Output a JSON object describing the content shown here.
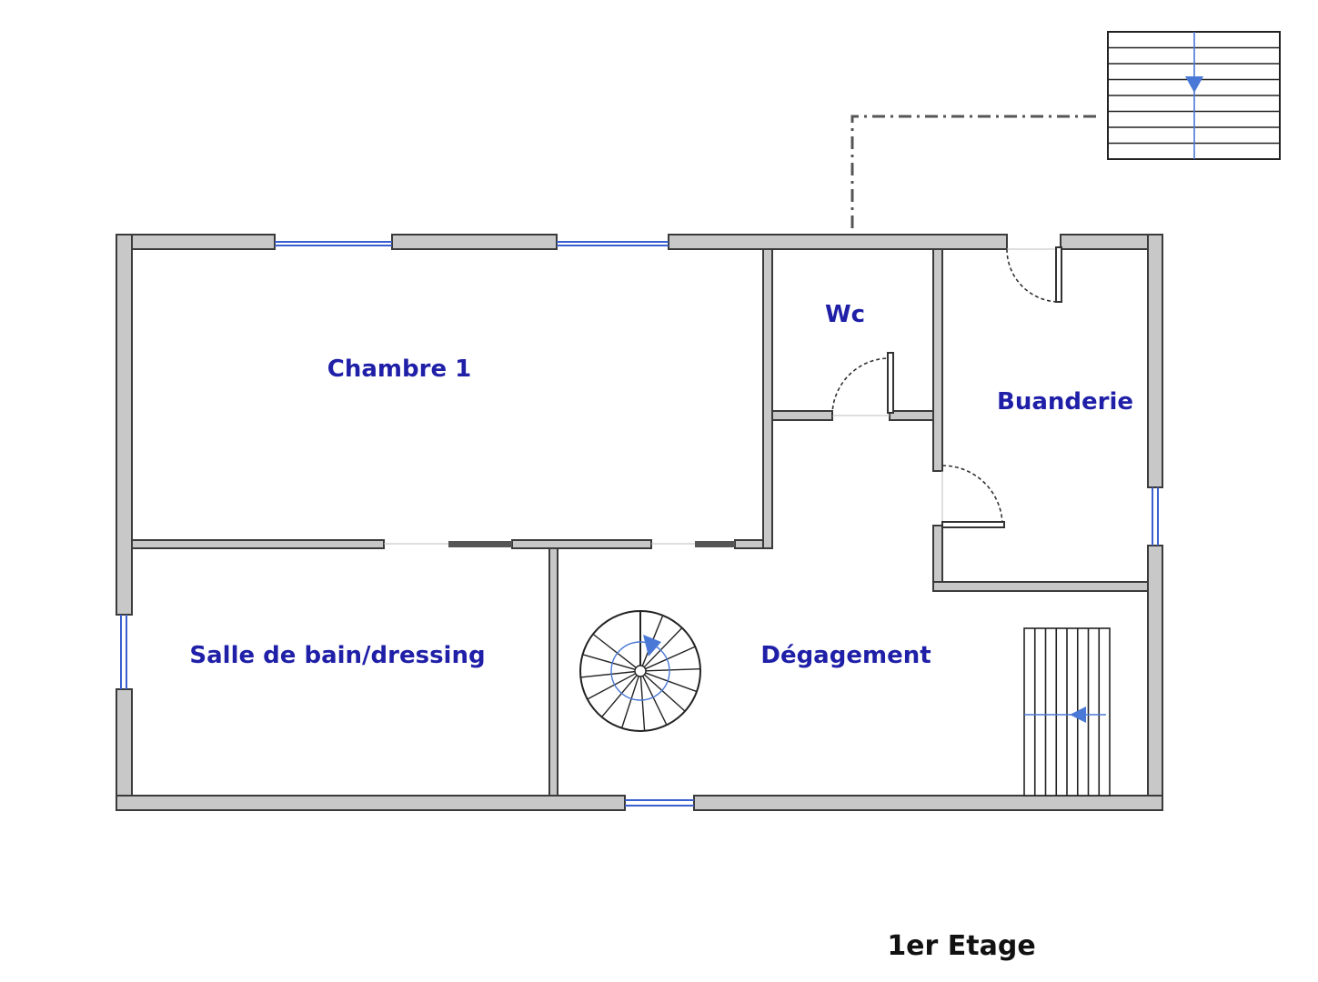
{
  "rooms": {
    "chambre": "Chambre 1",
    "wc": "Wc",
    "buanderie": "Buanderie",
    "salle_de_bain": "Salle de bain/dressing",
    "degagement": "Dégagement"
  },
  "floor_label": "1er Etage",
  "colors": {
    "wall_fill": "#c8c8c8",
    "label_text": "#1f1fa8",
    "window": "#3a5fcf",
    "stair_arrow": "#4a78d6"
  },
  "icons": {
    "straight_stair_down": "stair-down-arrow-icon",
    "spiral_stair": "spiral-stair-icon",
    "straight_stair_left": "stair-left-arrow-icon"
  }
}
